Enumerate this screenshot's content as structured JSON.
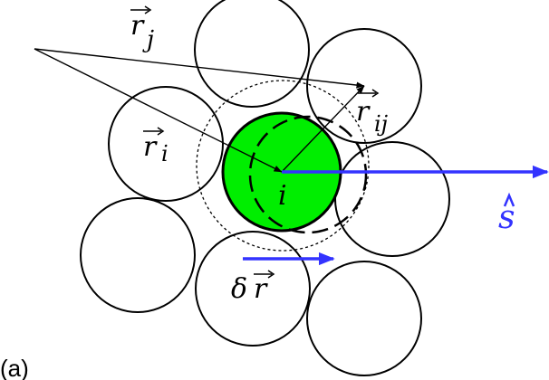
{
  "figure": {
    "panel_label": "(a)",
    "colors": {
      "center_particle_fill": "#00ee00",
      "particle_stroke": "#000000",
      "direction_arrow": "#3333ff",
      "background": "#ffffff"
    },
    "labels": {
      "r_j": {
        "base": "r",
        "subscript": "j"
      },
      "r_i": {
        "base": "r",
        "subscript": "i"
      },
      "r_ij": {
        "base": "r",
        "subscript": "ij"
      },
      "center_index": "i",
      "direction_vector": "s",
      "delta_r": {
        "prefix": "δ",
        "base": "r"
      }
    },
    "icons": {
      "vector_accent": "right-arrow-accent",
      "unit_vector_accent": "hat-accent"
    }
  }
}
